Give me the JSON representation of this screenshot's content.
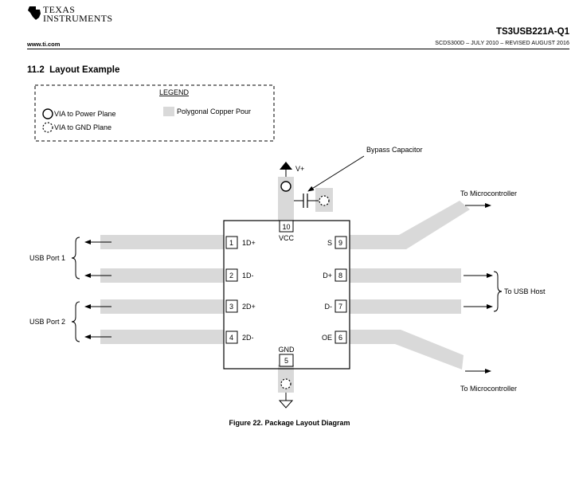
{
  "header": {
    "company_line1": "Texas",
    "company_line2": "Instruments",
    "part_number": "TS3USB221A-Q1",
    "website": "www.ti.com",
    "doc_id": "SCDS300D – JULY 2010 – REVISED AUGUST 2016"
  },
  "section": {
    "number": "11.2",
    "title": "Layout Example"
  },
  "legend": {
    "title": "LEGEND",
    "items": [
      "VIA to Power Plane",
      "VIA to GND Plane",
      "Polygonal Copper Pour"
    ]
  },
  "pins": [
    {
      "num": "1",
      "name": "1D+"
    },
    {
      "num": "2",
      "name": "1D-"
    },
    {
      "num": "3",
      "name": "2D+"
    },
    {
      "num": "4",
      "name": "2D-"
    },
    {
      "num": "5",
      "name": "GND"
    },
    {
      "num": "6",
      "name": "OE"
    },
    {
      "num": "7",
      "name": "D-"
    },
    {
      "num": "8",
      "name": "D+"
    },
    {
      "num": "9",
      "name": "S"
    },
    {
      "num": "10",
      "name": "VCC"
    }
  ],
  "labels": {
    "vplus": "V+",
    "bypass": "Bypass Capacitor",
    "micro_top": "To Microcontroller",
    "micro_bottom": "To Microcontroller",
    "usb_host": "To USB Host",
    "usb_port1": "USB Port 1",
    "usb_port2": "USB Port 2"
  },
  "colors": {
    "copper_pour": "#d9d9d9"
  },
  "figure": {
    "caption": "Figure 22. Package Layout Diagram"
  }
}
